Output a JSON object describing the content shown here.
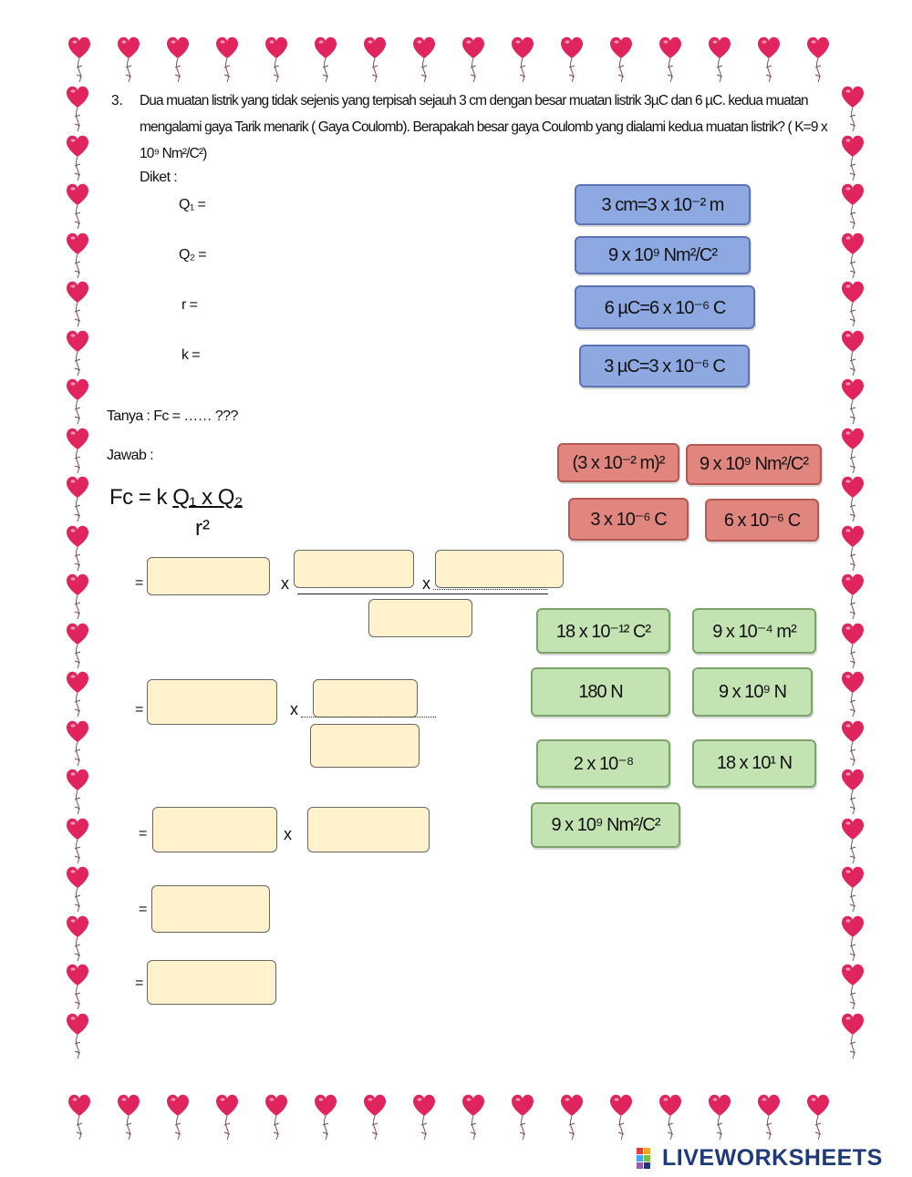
{
  "question": {
    "number": "3.",
    "text": "Dua muatan listrik yang tidak sejenis yang terpisah sejauh 3 cm dengan besar muatan listrik 3µC dan 6 µC. kedua muatan mengalami gaya Tarik menarik ( Gaya Coulomb). Berapakah besar gaya Coulomb yang dialami kedua muatan listrik? ( K=9 x 10⁹ Nm²/C²)"
  },
  "diket": {
    "title": "Diket :",
    "q1": "Q₁ =",
    "q2": "Q₂ =",
    "r": "r =",
    "k": "k ="
  },
  "tanya": "Tanya :  Fc = …… ???",
  "jawab": "Jawab :",
  "formula": {
    "lhs": "Fc = k",
    "numerator": "Q₁ x Q₂",
    "denominator": "r²"
  },
  "operators": {
    "eq": "=",
    "times": "x"
  },
  "tiles_blue": [
    "3 cm=3 x 10⁻² m",
    "9 x 10⁹ Nm²/C²",
    "6 µC=6 x 10⁻⁶ C",
    "3 µC=3 x 10⁻⁶ C"
  ],
  "tiles_red": [
    "(3 x 10⁻² m)²",
    "9 x 10⁹ Nm²/C²",
    "3 x 10⁻⁶ C",
    "6 x 10⁻⁶ C"
  ],
  "tiles_green": [
    "18 x 10⁻¹² C²",
    "9 x 10⁻⁴ m²",
    "180 N",
    "9 x 10⁹ N",
    "2 x 10⁻⁸",
    "18 x 10¹ N",
    "9 x 10⁹ Nm²/C²"
  ],
  "colors": {
    "heart": "#e0245e",
    "blue_tile": "#8ea9e2",
    "red_tile": "#e0867f",
    "green_tile": "#c4e3b2",
    "drop_zone": "#fff2cc",
    "brand": "#1e3a7a"
  },
  "brand": {
    "name": "LIVEWORKSHEETS"
  }
}
